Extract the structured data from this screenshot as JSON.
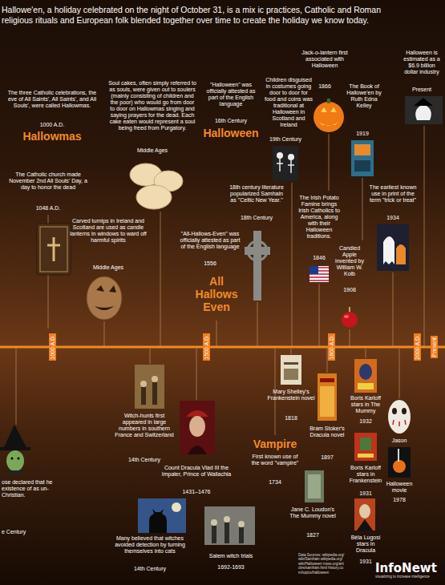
{
  "diagram": {
    "title": "Hallowe'en, a holiday celebrated on the night of October 31, is a mix ic practices, Catholic and Roman religious rituals and European folk blended together over time to create the holiday we know today.",
    "nodes": [
      {
        "text": [
          "1000 A.D."
        ]
      },
      {
        "text": [
          "1500 A.D."
        ]
      },
      {
        "text": [
          "1800 A.D."
        ]
      },
      {
        "text": [
          "2000 A.D."
        ]
      },
      {
        "text": [
          "Present"
        ]
      }
    ],
    "labels": [
      "The three Catholic celebrations, the eve of All Saints', All Saints', and All Souls', were called Hallowmas.",
      "1000 A.D.",
      "Hallowmas",
      "The Catholic church made November 2nd All Souls' Day, a day to honor the dead",
      "1048 A.D.",
      "Soul cakes, often simply referred to as souls, were given out to soulers (mainly consisting of children and the poor) who would go from door to door on Hallowmas singing and saying prayers for the dead. Each cake eaten would represent a soul being freed from Purgatory.",
      "Middle Ages",
      "Carved turnips in Ireland and Scotland are used as candle lanterns in windows to ward off harmful spirits",
      "Middle Ages",
      "\"Halloween\" was officially attested as part of the English language",
      "16th Century",
      "Halloween",
      "\"All-Hallows-Even\" was officially attested as part of the English language",
      "1556",
      "All Hallows Even",
      "18th century literature popularized Samhain as \"Celtic New Year.\"",
      "18th Century",
      "Children disguised in costumes going door to door for food and coins was traditional at Halloween in Scotland and Ireland",
      "19th Century",
      "Jack-o-lantern first associated with Halloween",
      "1866",
      "The Irish Potato Famine brings Irish Catholics to America, along with their Halloween traditions.",
      "1846",
      "The Book of Hallowe'en by Ruth Edna Kelley",
      "1919",
      "Candied Apple invented by William W. Kolb",
      "1908",
      "The earliest known use in print of the term \"trick or treat\"",
      "1934",
      "Halloween is estimated as a $6.9 billion dollar industry",
      "Present",
      "ose declared that he existence of as un-Christian.",
      "e Century",
      "Witch-hunts first appeared in large numbers in southern France and Switzerland",
      "14th Century",
      "Count Dracula Vlad III the Impaler, Prince of Wallachia",
      "1431–1476",
      "Many believed that witches avoided detection by turning themselves into cats",
      "14th Century",
      "Salem witch trials",
      "1692-1693",
      "Vampire",
      "First known use of the word \"vampire\"",
      "1734",
      "Mary Shelley's Frankenstein novel",
      "1818",
      "Jane C. Loudon's The Mummy novel",
      "1827",
      "Bram Stoker's Dracula novel",
      "1897",
      "Boris Karloff stars in The Mummy",
      "1932",
      "Boris Karloff stars in Frankenstein",
      "1931",
      "Béla Lugosi stars in Dracula",
      "1931",
      "Jason",
      "Halloween movie",
      "1978",
      "Data Sources: wikipedia.org/wiki/Samhain wikipedia.org/wiki/Halloween msss.org/articles/samhain.html history.com/topics/halloween",
      "InfoNewt",
      "visualizing to increase intelligence"
    ]
  }
}
